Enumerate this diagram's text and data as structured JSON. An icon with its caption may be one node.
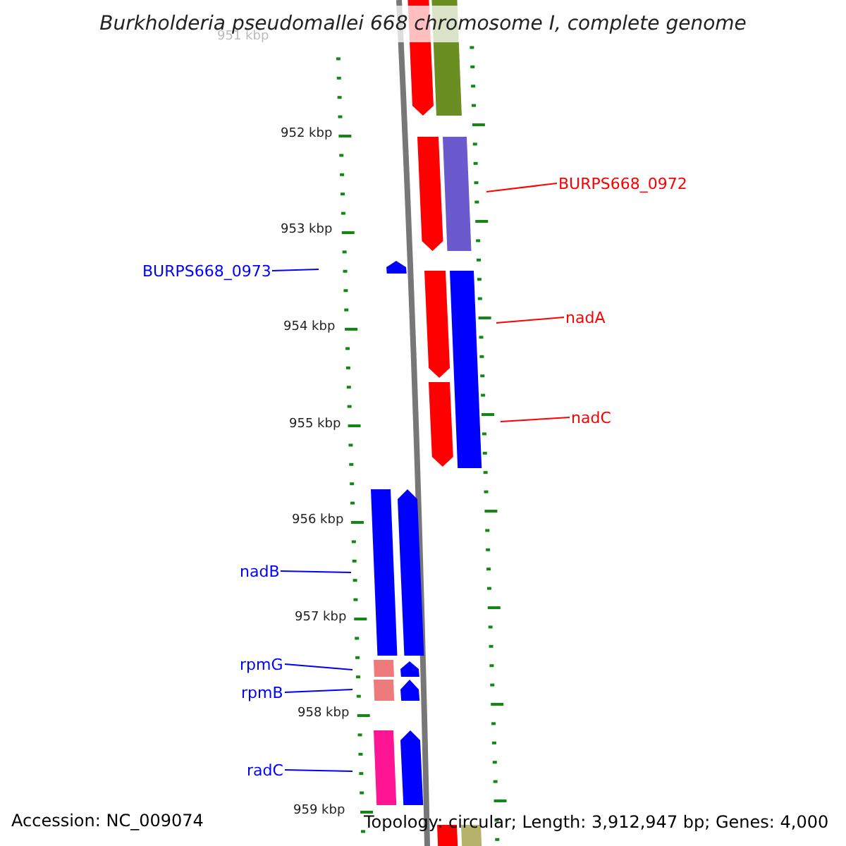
{
  "diagram": {
    "title": "Burkholderia pseudomallei 668 chromosome I, complete genome",
    "nodes": [
      {
        "text": [
          "BURPS668_0972"
        ]
      },
      {
        "text": [
          "BURPS668_0973"
        ]
      },
      {
        "text": [
          "nadA"
        ]
      },
      {
        "text": [
          "nadC"
        ]
      },
      {
        "text": [
          "nadB"
        ]
      },
      {
        "text": [
          "rpmG"
        ]
      },
      {
        "text": [
          "rpmB"
        ]
      },
      {
        "text": [
          "radC"
        ]
      }
    ],
    "edges": [
      {
        "from": 0,
        "to": null,
        "arrow": "none",
        "color": "#ff0000"
      },
      {
        "from": 1,
        "to": null,
        "arrow": "none"
      },
      {
        "from": 2,
        "to": null,
        "arrow": "none",
        "color": "#ff0000"
      },
      {
        "from": 3,
        "to": null,
        "arrow": "none",
        "color": "#ff0000"
      },
      {
        "from": 4,
        "to": null,
        "arrow": "none"
      },
      {
        "from": 5,
        "to": null,
        "arrow": "none"
      },
      {
        "from": 6,
        "to": null,
        "arrow": "none"
      },
      {
        "from": 7,
        "to": null,
        "arrow": "none"
      }
    ],
    "labels": [
      "951 kbp",
      "952 kbp",
      "953 kbp",
      "954 kbp",
      "955 kbp",
      "956 kbp",
      "957 kbp",
      "958 kbp",
      "959 kbp",
      "Accession: NC_009074",
      "Topology: circular; Length: 3,912,947 bp; Genes: 4,000"
    ]
  }
}
